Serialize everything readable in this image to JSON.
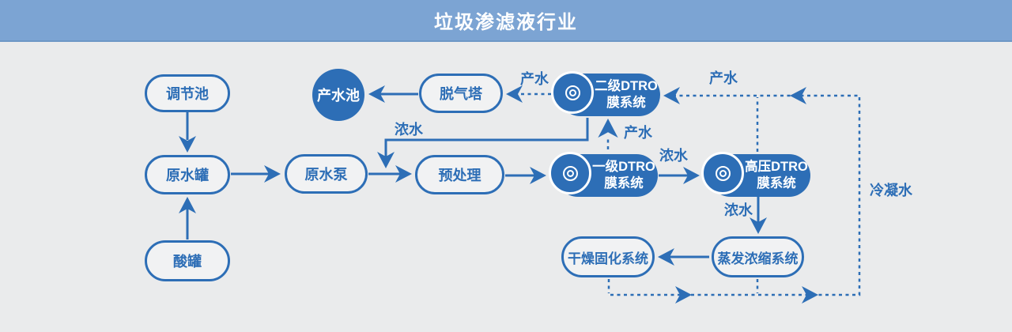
{
  "header": {
    "title": "垃圾渗滤液行业"
  },
  "colors": {
    "primary_blue": "#2d6eb6",
    "header_bg": "#7ca4d3",
    "canvas_bg": "#eaebec",
    "outline_node_fill": "#f1f2f3",
    "node_text_white": "#ffffff"
  },
  "nodes": {
    "regulation_pool": {
      "label": "调节池"
    },
    "raw_water_tank": {
      "label": "原水罐"
    },
    "acid_tank": {
      "label": "酸罐"
    },
    "raw_water_pump": {
      "label": "原水泵"
    },
    "pretreatment": {
      "label": "预处理"
    },
    "product_water_pool": {
      "label": "产水池"
    },
    "degassing_tower": {
      "label": "脱气塔"
    },
    "stage2_dtro": {
      "line1": "二级DTRO",
      "line2": "膜系统"
    },
    "stage1_dtro": {
      "line1": "一级DTRO",
      "line2": "膜系统"
    },
    "high_pressure_dtro": {
      "line1": "高压DTRO",
      "line2": "膜系统"
    },
    "evaporation_system": {
      "label": "蒸发浓缩系统"
    },
    "drying_system": {
      "label": "干燥固化系统"
    }
  },
  "flow_labels": {
    "product_water_to_degasser": "产水",
    "product_water_condensate_return": "产水",
    "product_water_stage1_to_stage2": "产水",
    "concentrate_return_to_pretreatment": "浓水",
    "concentrate_stage1_to_hp": "浓水",
    "concentrate_hp_to_evaporation": "浓水",
    "condensate_water": "冷凝水"
  }
}
